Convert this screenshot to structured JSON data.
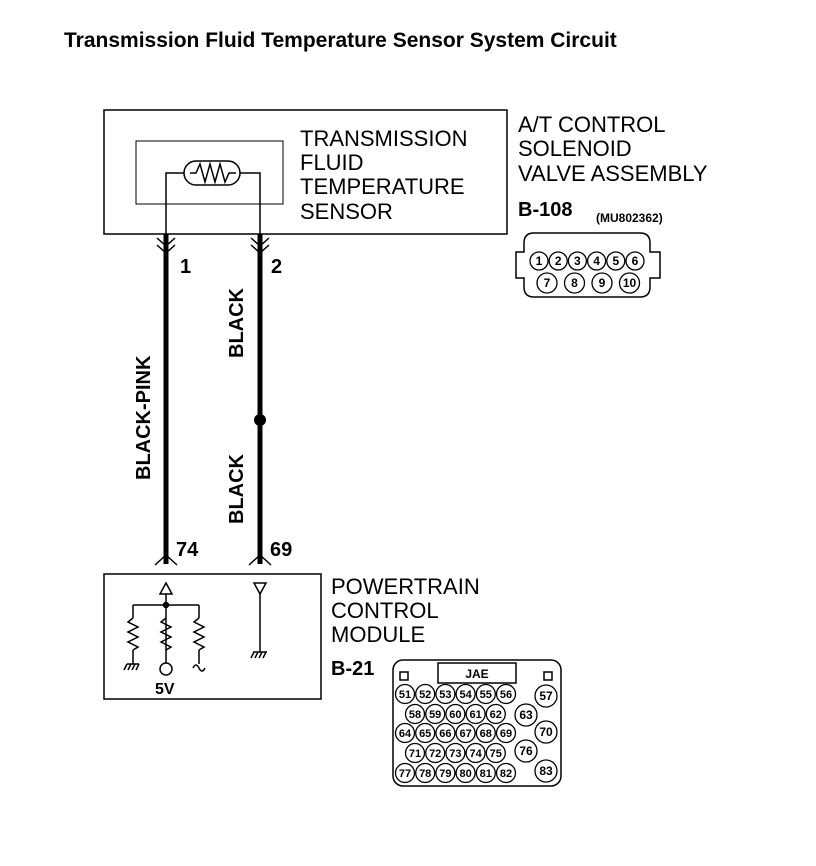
{
  "title": "Transmission Fluid Temperature Sensor System Circuit",
  "sensor": {
    "label_lines": [
      "TRANSMISSION",
      "FLUID",
      "TEMPERATURE",
      "SENSOR"
    ]
  },
  "solenoid_assembly": {
    "label_lines": [
      "A/T CONTROL",
      "SOLENOID",
      "VALVE ASSEMBLY"
    ],
    "connector_id": "B-108",
    "part_code": "(MU802362)",
    "pins_row1": [
      "1",
      "2",
      "3",
      "4",
      "5",
      "6"
    ],
    "pins_row2": [
      "7",
      "8",
      "9",
      "10"
    ]
  },
  "wires": {
    "left": {
      "top_pin": "1",
      "bottom_pin": "74",
      "color": "BLACK-PINK"
    },
    "right": {
      "top_pin": "2",
      "bottom_pin": "69",
      "color_upper": "BLACK",
      "color_lower": "BLACK"
    }
  },
  "pcm": {
    "label_lines": [
      "POWERTRAIN",
      "CONTROL",
      "MODULE"
    ],
    "connector_id": "B-21",
    "voltage": "5V",
    "connector_brand": "JAE",
    "rows": [
      [
        "51",
        "52",
        "53",
        "54",
        "55",
        "56"
      ],
      [
        "58",
        "59",
        "60",
        "61",
        "62"
      ],
      [
        "64",
        "65",
        "66",
        "67",
        "68",
        "69"
      ],
      [
        "71",
        "72",
        "73",
        "74",
        "75"
      ],
      [
        "77",
        "78",
        "79",
        "80",
        "81",
        "82"
      ]
    ],
    "side_pins": [
      "57",
      "63",
      "70",
      "76",
      "83"
    ]
  }
}
